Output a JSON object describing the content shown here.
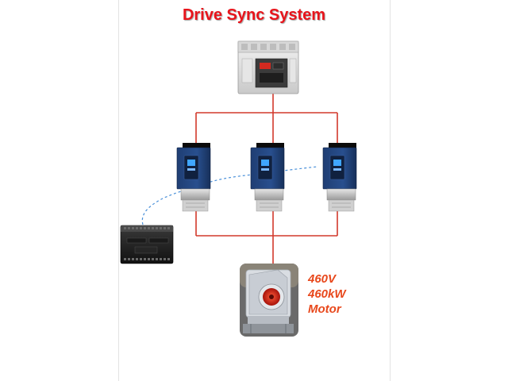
{
  "title": "Drive Sync System",
  "motor": {
    "spec_lines": [
      "460V",
      "460kW",
      "Motor"
    ]
  },
  "colors": {
    "title": "#e8141b",
    "wiring": "#d2382b",
    "comm_link": "#4a90d9",
    "spec_text": "#e8481c"
  },
  "components": {
    "breaker": "circuit-breaker",
    "drives": [
      "vfd-drive",
      "vfd-drive",
      "vfd-drive"
    ],
    "plc": "plc-controller",
    "motor": "fan-motor"
  }
}
